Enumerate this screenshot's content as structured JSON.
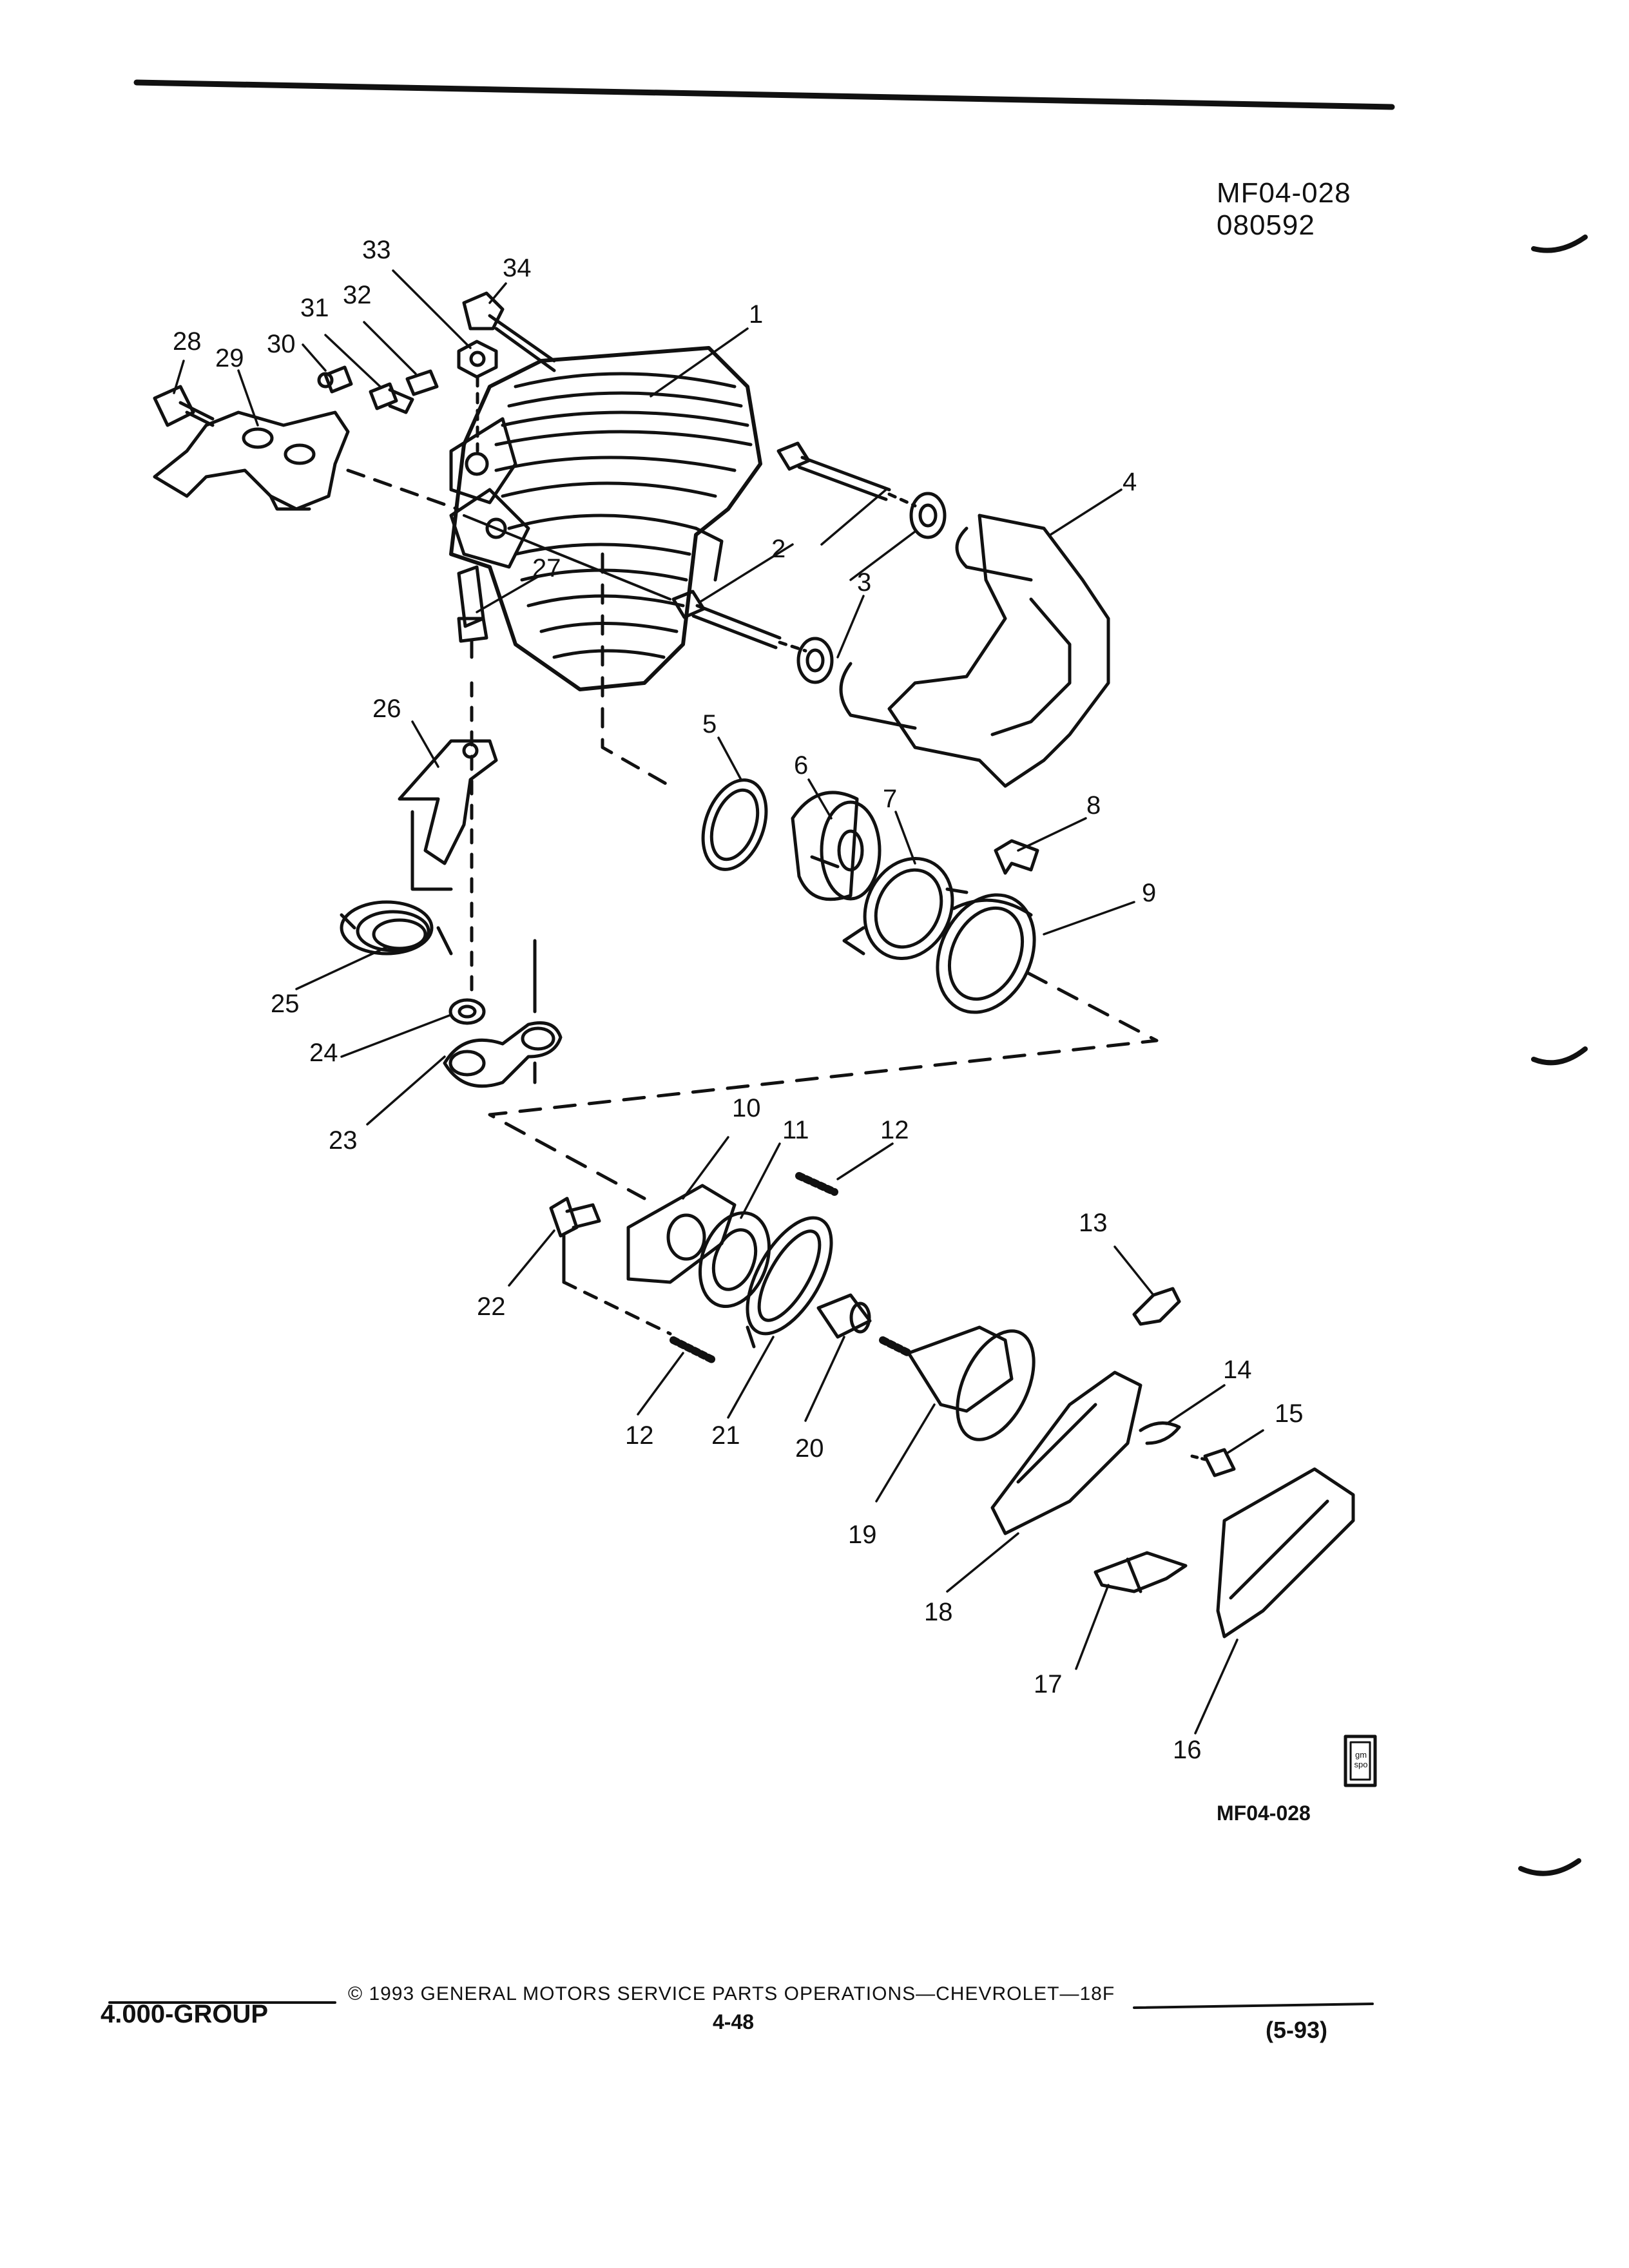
{
  "figure": {
    "id": "MF04-028",
    "date_code": "080592",
    "bottom_id": "MF04-028",
    "callouts": [
      "1",
      "2",
      "3",
      "4",
      "5",
      "6",
      "7",
      "8",
      "9",
      "10",
      "11",
      "12",
      "12",
      "13",
      "14",
      "15",
      "16",
      "17",
      "18",
      "19",
      "20",
      "21",
      "22",
      "23",
      "24",
      "25",
      "26",
      "27",
      "28",
      "29",
      "30",
      "31",
      "32",
      "33",
      "34"
    ]
  },
  "footer": {
    "group": "4.000-GROUP",
    "copyright": "© 1993 GENERAL MOTORS SERVICE PARTS OPERATIONS—CHEVROLET—18F",
    "page": "4-48",
    "revision": "(5-93)"
  },
  "logo_text": "gm spo"
}
